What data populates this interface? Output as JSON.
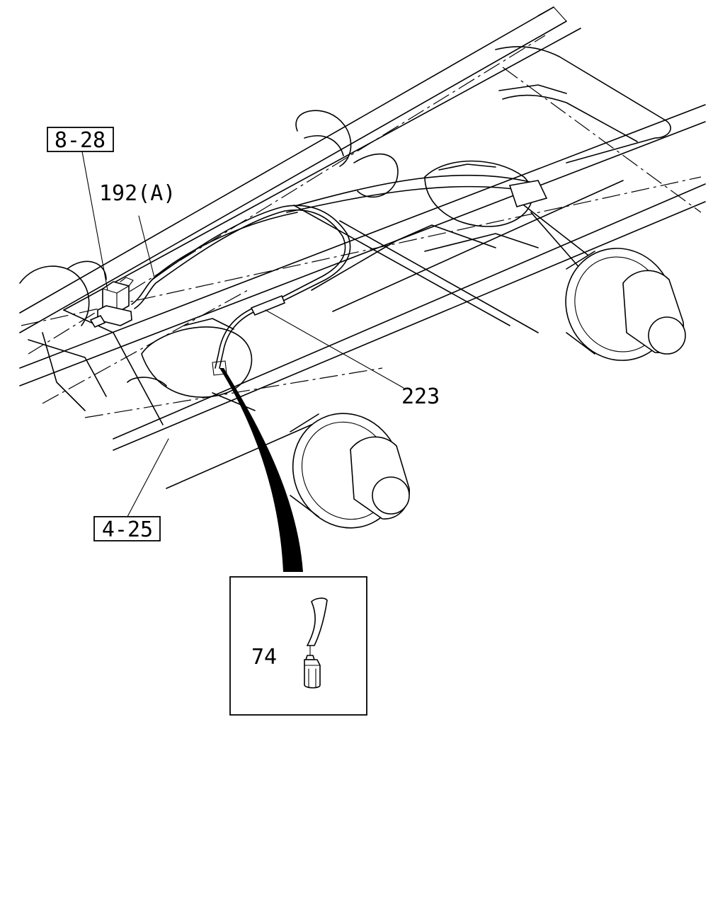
{
  "callouts": {
    "ref_8_28": "8-28",
    "ref_4_25": "4-25",
    "part_192a": "192(A)",
    "part_223": "223",
    "part_74": "74"
  }
}
